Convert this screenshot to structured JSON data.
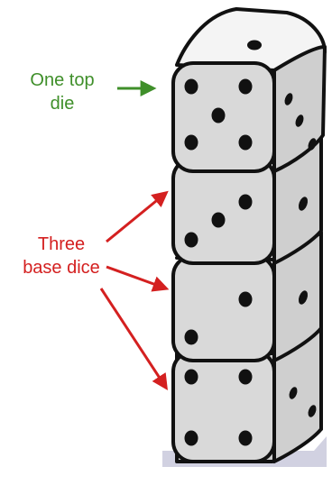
{
  "labels": {
    "top": {
      "line1": "One top",
      "line2": "die"
    },
    "base": {
      "line1": "Three",
      "line2": "base dice"
    }
  },
  "colors": {
    "top_label": "#3f8f2a",
    "base_label": "#d42020",
    "arrow_green": "#3f8f2a",
    "arrow_red": "#d42020",
    "die_front": "#d9d9d9",
    "die_right": "#cfcfcf",
    "die_top": "#f4f4f4",
    "pip": "#111111",
    "shadow": "#c9c9dc"
  },
  "stack": {
    "top_dice": 1,
    "base_dice": 3,
    "top_face_pips": 1,
    "front_face_pips_top_to_bottom": [
      5,
      3,
      2,
      4
    ],
    "right_face_pips_top_to_bottom": [
      3,
      1,
      1,
      2
    ]
  }
}
